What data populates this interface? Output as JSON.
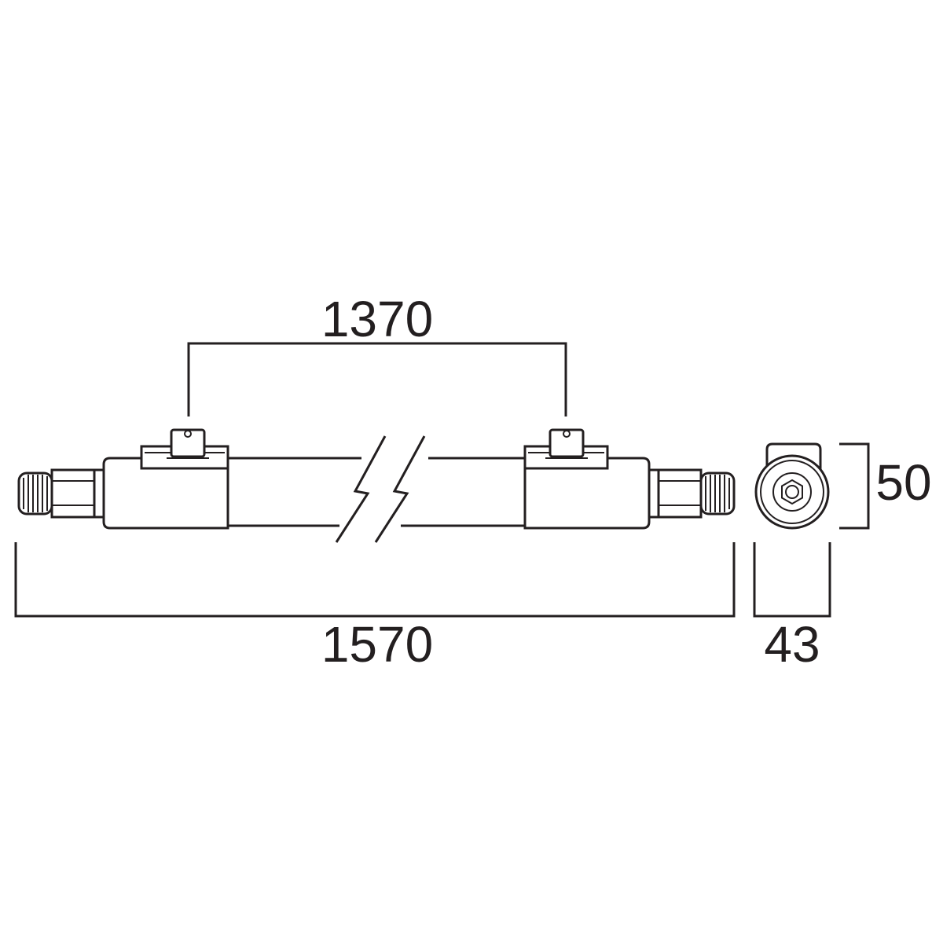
{
  "diagram": {
    "dimensions": {
      "mount_spacing": "1370",
      "overall_length": "1570",
      "height": "50",
      "width": "43"
    }
  }
}
